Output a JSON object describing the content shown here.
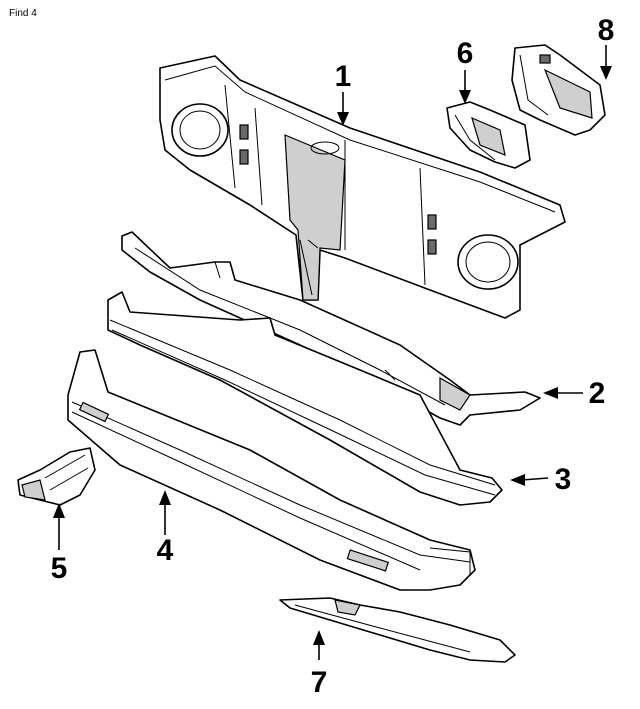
{
  "header": {
    "label": "Find 4"
  },
  "callouts": [
    {
      "id": "1",
      "text": "1"
    },
    {
      "id": "2",
      "text": "2"
    },
    {
      "id": "3",
      "text": "3"
    },
    {
      "id": "4",
      "text": "4"
    },
    {
      "id": "5",
      "text": "5"
    },
    {
      "id": "6",
      "text": "6"
    },
    {
      "id": "7",
      "text": "7"
    },
    {
      "id": "8",
      "text": "8"
    }
  ]
}
